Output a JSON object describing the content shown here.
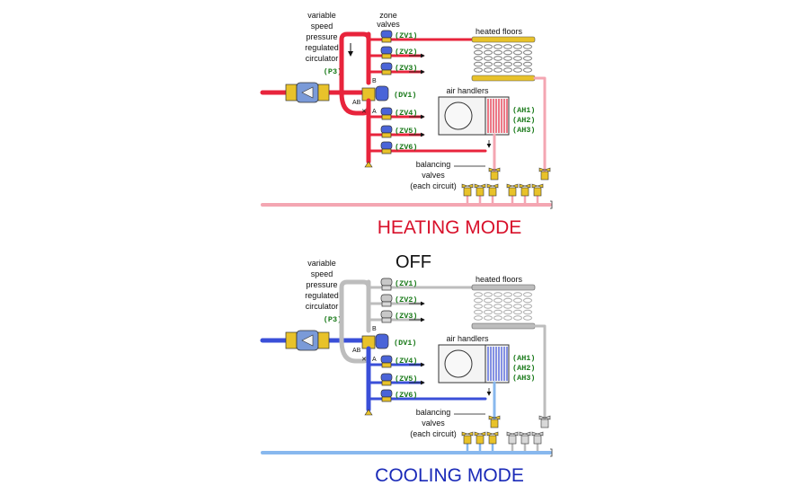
{
  "colors": {
    "hot": "#e8243c",
    "hot_light": "#f4a6b2",
    "cold": "#3a4fd8",
    "cold_light": "#88b8ee",
    "off": "#bdbdbd",
    "brass": "#e8c22a",
    "valve_blue": "#4a64d8",
    "green_label": "#1a7a1a",
    "heating_title": "#d8102a",
    "cooling_title": "#1a2ab8"
  },
  "heating": {
    "title": "HEATING MODE",
    "circulator_label": [
      "variable",
      "speed",
      "pressure",
      "regulated",
      "circulator"
    ],
    "circulator_tag": "(P3)",
    "zone_valves_label": [
      "zone",
      "valves"
    ],
    "zone_valves": [
      "(ZV1)",
      "(ZV2)",
      "(ZV3)",
      "(ZV4)",
      "(ZV5)",
      "(ZV6)"
    ],
    "diverter_tag": "(DV1)",
    "port_ab": "AB",
    "port_a": "A",
    "port_b": "B",
    "heated_floors_label": "heated floors",
    "air_handlers_label": "air handlers",
    "air_handler_tags": [
      "(AH1)",
      "(AH2)",
      "(AH3)"
    ],
    "balancing_label": [
      "balancing",
      "valves",
      "(each circuit)"
    ]
  },
  "cooling": {
    "title": "COOLING MODE",
    "off_label": "OFF",
    "circulator_label": [
      "variable",
      "speed",
      "pressure",
      "regulated",
      "circulator"
    ],
    "circulator_tag": "(P3)",
    "zone_valves": [
      "(ZV1)",
      "(ZV2)",
      "(ZV3)",
      "(ZV4)",
      "(ZV5)",
      "(ZV6)"
    ],
    "diverter_tag": "(DV1)",
    "port_ab": "AB",
    "port_a": "A",
    "port_b": "B",
    "heated_floors_label": "heated floors",
    "air_handlers_label": "air handlers",
    "air_handler_tags": [
      "(AH1)",
      "(AH2)",
      "(AH3)"
    ],
    "balancing_label": [
      "balancing",
      "valves",
      "(each circuit)"
    ]
  }
}
